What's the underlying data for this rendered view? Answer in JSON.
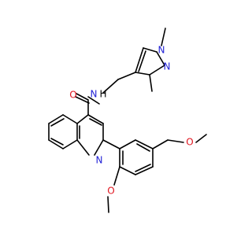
{
  "colors": {
    "bond": "#000000",
    "N": "#1f1fd6",
    "O": "#e0141e",
    "C": "#000000"
  },
  "atoms": [
    {
      "id": "O_amide",
      "element": "O",
      "label": "O"
    },
    {
      "id": "N_amide",
      "element": "N",
      "label": "N"
    },
    {
      "id": "H_amide",
      "element": "H",
      "label": "H"
    },
    {
      "id": "N_pz1",
      "element": "N",
      "label": "N"
    },
    {
      "id": "N_pz2",
      "element": "N",
      "label": "N"
    },
    {
      "id": "N_quin",
      "element": "N",
      "label": "N"
    },
    {
      "id": "O_ome1",
      "element": "O",
      "label": "O"
    },
    {
      "id": "O_ome2",
      "element": "O",
      "label": "O"
    }
  ]
}
